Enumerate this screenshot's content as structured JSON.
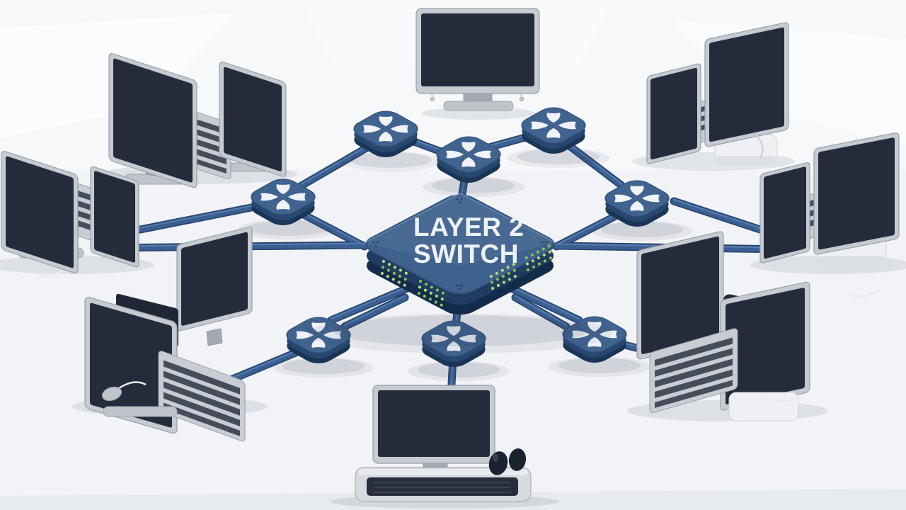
{
  "diagram": {
    "central_switch": {
      "label_line1": "LAYER 2",
      "label_line2": "SWITCH"
    },
    "access_switches": [
      {
        "id": "top-left"
      },
      {
        "id": "top-center"
      },
      {
        "id": "top-right"
      },
      {
        "id": "mid-left"
      },
      {
        "id": "mid-right"
      },
      {
        "id": "bottom-left"
      },
      {
        "id": "bottom-center"
      },
      {
        "id": "bottom-right"
      }
    ],
    "access_switch_count": 8,
    "workstation_clusters": [
      {
        "id": "top-center",
        "monitors": 1
      },
      {
        "id": "top-left",
        "monitors": 2
      },
      {
        "id": "top-right",
        "monitors": 2
      },
      {
        "id": "left-mid",
        "monitors": 2
      },
      {
        "id": "right-mid",
        "monitors": 2
      },
      {
        "id": "bottom-left",
        "monitors": 2
      },
      {
        "id": "bottom-center",
        "monitors": 1
      },
      {
        "id": "bottom-right",
        "monitors": 2
      }
    ],
    "workstation_cluster_count": 8,
    "colors": {
      "cable": "#3b5f92",
      "switch_top": "#40638f",
      "switch_side": "#28476f",
      "led_green": "#aed36e",
      "screen_dark": "#242b3a",
      "frame_silver": "#c6cad1",
      "background": "#f2f3f6"
    },
    "icons": {
      "access_switch_icon": "four-petal-x",
      "port_leds": "green-led-grid"
    }
  }
}
